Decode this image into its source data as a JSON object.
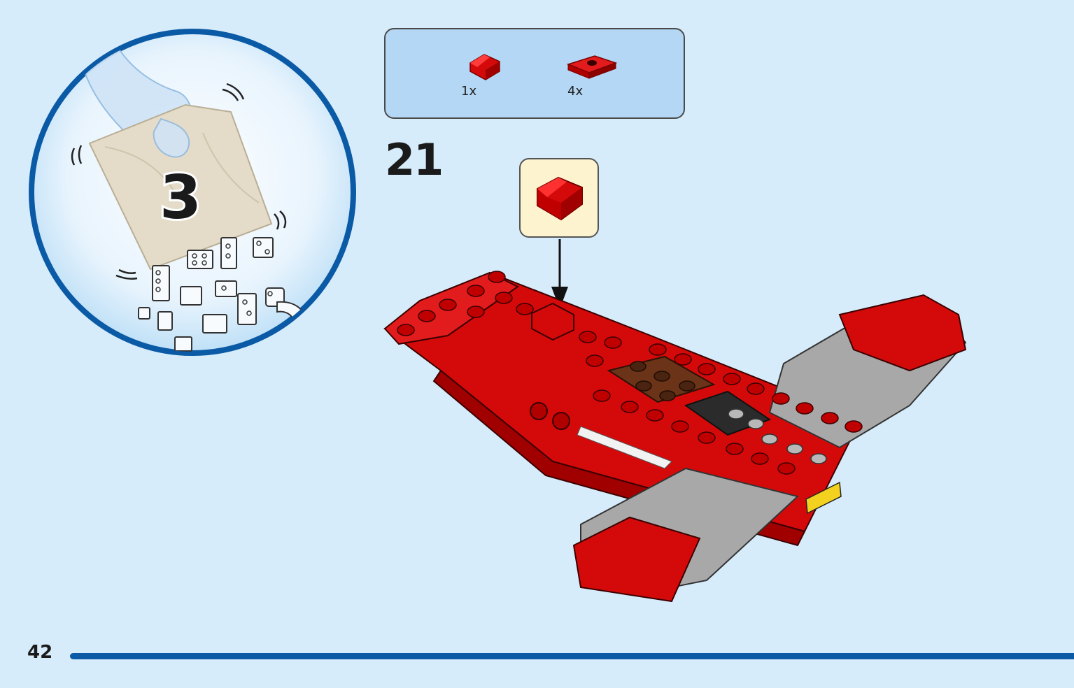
{
  "bag": {
    "number": "3"
  },
  "parts_list": [
    {
      "qty": "1x",
      "icon": "red-slope-brick-icon"
    },
    {
      "qty": "4x",
      "icon": "red-jumper-plate-icon"
    }
  ],
  "step": {
    "number": "21"
  },
  "callout": {
    "icon": "red-slope-brick-icon"
  },
  "page": {
    "number": "42"
  },
  "colors": {
    "background": "#d7ecfb",
    "parts_box": "#b3d7f4",
    "callout": "#fdf3cf",
    "brick_red": "#d40a0a",
    "accent_blue": "#0a5aa6"
  }
}
